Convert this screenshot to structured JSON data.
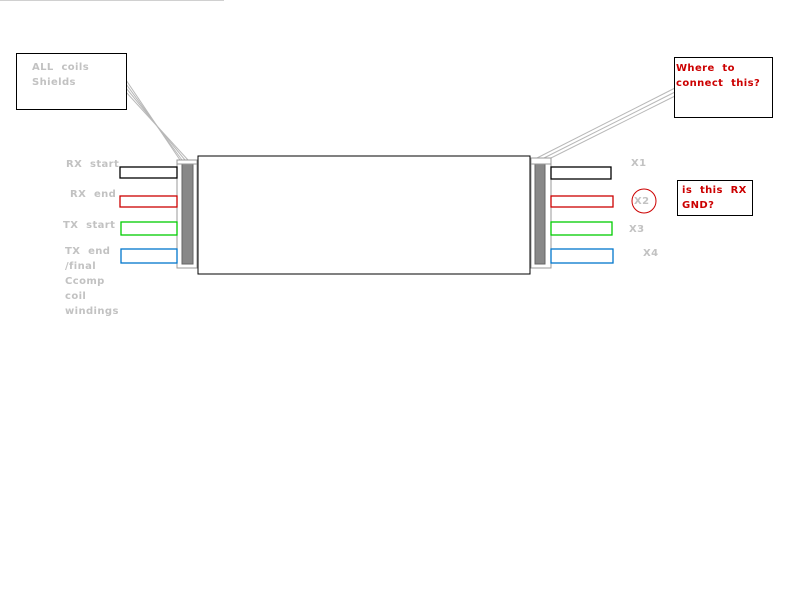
{
  "colors": {
    "label_gray": "#c2c2c2",
    "question_red": "#cc0000",
    "wire_black": "#000000",
    "wire_red": "#cc0000",
    "wire_green": "#00cc00",
    "wire_blue": "#0077cc"
  },
  "callouts": {
    "shields": "ALL  coils\nShields",
    "where_to_connect": "Where  to\nconnect  this?",
    "rx_gnd_question": "is  this  RX\nGND?"
  },
  "left_wires": [
    {
      "label": "RX  start",
      "color": "#000000"
    },
    {
      "label": "RX  end",
      "color": "#cc0000"
    },
    {
      "label": "TX  start",
      "color": "#00cc00"
    },
    {
      "label": "TX  end\n/final\nCcomp\ncoil\nwindings",
      "color": "#0077cc"
    }
  ],
  "right_wires": [
    {
      "label": "X1",
      "color": "#000000"
    },
    {
      "label": "X2",
      "color": "#cc0000",
      "circled": true
    },
    {
      "label": "X3",
      "color": "#00cc00"
    },
    {
      "label": "X4",
      "color": "#0077cc"
    }
  ]
}
